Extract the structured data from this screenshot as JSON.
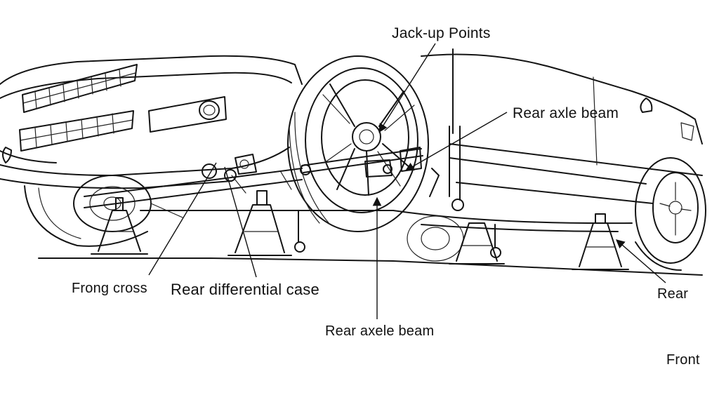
{
  "diagram": {
    "labels": {
      "jack_up_points": "Jack-up Points",
      "rear_axle_beam_top": "Rear axle beam",
      "frong_cross": "Frong cross",
      "rear_differential_case": "Rear differential case",
      "rear_axele_beam_bottom": "Rear axele beam",
      "rear": "Rear",
      "front": "Front"
    }
  }
}
